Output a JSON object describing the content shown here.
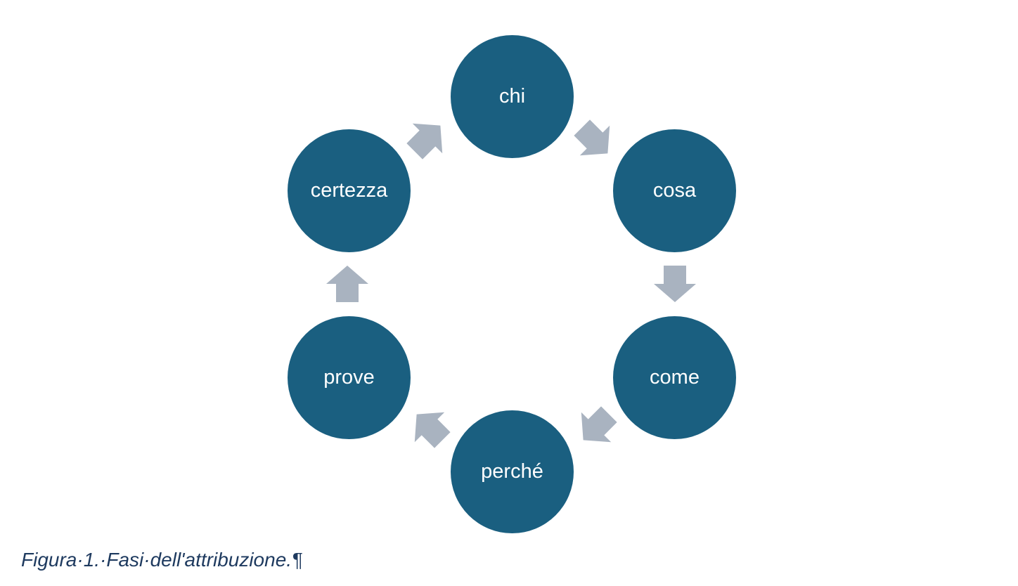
{
  "diagram": {
    "type": "cycle",
    "direction": "clockwise",
    "node_color": "#1A5F80",
    "node_text_color": "#FFFFFF",
    "arrow_color": "#A9B3C0",
    "nodes": [
      {
        "label": "chi"
      },
      {
        "label": "cosa"
      },
      {
        "label": "come"
      },
      {
        "label": "perché"
      },
      {
        "label": "prove"
      },
      {
        "label": "certezza"
      }
    ],
    "flow": "chi → cosa → come → perché → prove → certezza → chi"
  },
  "caption": {
    "text": "Figura·1.·Fasi·dell'attribuzione.¶",
    "color": "#1E3A5F"
  }
}
